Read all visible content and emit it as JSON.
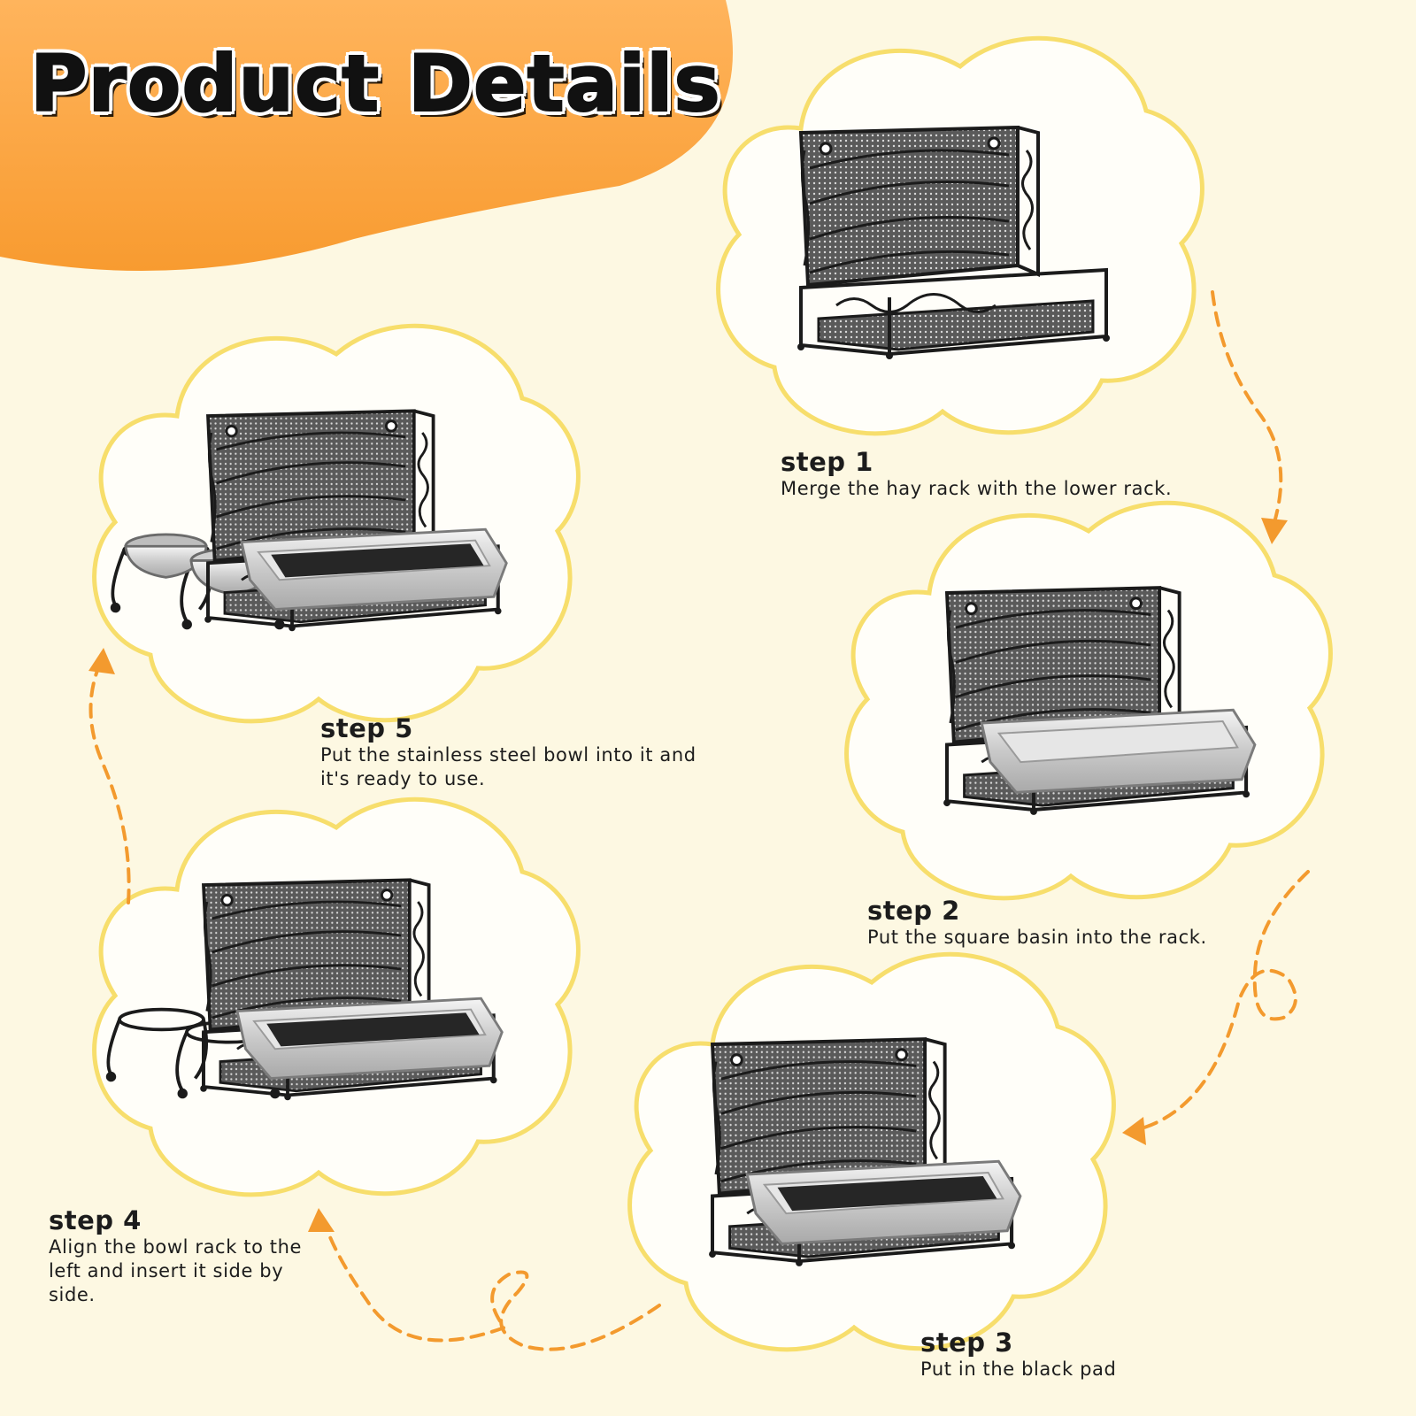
{
  "title": "Product Details",
  "colors": {
    "background": "#fdf8e2",
    "accent_orange": "#f9a23f",
    "cloud_outline": "#f7de6c",
    "arrow": "#f39a2e"
  },
  "steps": [
    {
      "label": "step 1",
      "description": "Merge the hay rack with the lower rack.",
      "image": "hay-rack-with-lower-rack"
    },
    {
      "label": "step 2",
      "description": "Put the square basin into the rack.",
      "image": "rack-with-square-basin"
    },
    {
      "label": "step 3",
      "description": "Put in the black pad",
      "image": "basin-with-black-pad"
    },
    {
      "label": "step 4",
      "description": "Align the bowl rack to the left and insert it side by side.",
      "image": "rack-with-empty-bowl-holder"
    },
    {
      "label": "step 5",
      "description": "Put the stainless steel bowl into it and it's ready to use.",
      "image": "rack-with-steel-bowls"
    }
  ]
}
